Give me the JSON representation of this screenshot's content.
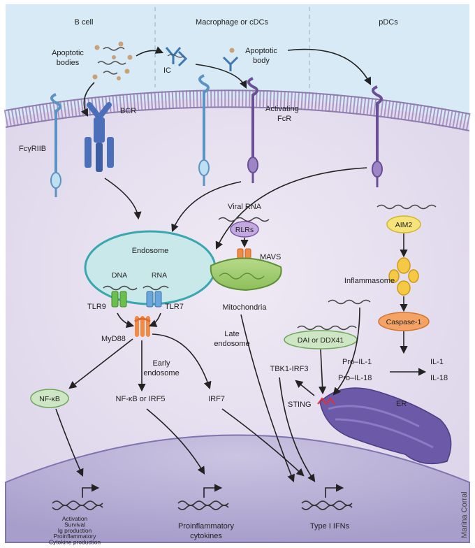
{
  "panels": {
    "b_cell": "B cell",
    "macrophage": "Macrophage or cDCs",
    "pdcs": "pDCs"
  },
  "stimuli": {
    "apoptotic_bodies": [
      "Apoptotic",
      "bodies"
    ],
    "ic": "IC",
    "apoptotic_body": [
      "Apoptotic",
      "body"
    ]
  },
  "receptors": {
    "fcgriib": "FcγRIIB",
    "bcr": "BCR",
    "activating_fcr": [
      "Activating",
      "FcR"
    ]
  },
  "endosome": {
    "title": "Endosome",
    "dna": "DNA",
    "rna": "RNA",
    "tlr9": "TLR9",
    "tlr7": "TLR7"
  },
  "signaling": {
    "myd88": "MyD88",
    "late_endosome": [
      "Late",
      "endosome"
    ],
    "early_endosome": [
      "Early",
      "endosome"
    ],
    "nfkb": "NF-κB",
    "nfkb_irf5": "NF-κB or IRF5",
    "irf7": "IRF7"
  },
  "cytosolic": {
    "viral_rna": "Viral RNA",
    "rlrs": "RLRs",
    "mavs": "MAVS",
    "mitochondria": "Mitochondria",
    "aim2": "AIM2",
    "inflammasome": "Inflammasome",
    "caspase1": "Caspase-1",
    "pro_il1": "Pro–IL-1",
    "pro_il18": "Pro–IL-18",
    "il1": "IL-1",
    "il18": "IL-18",
    "dai": "DAI or DDX41",
    "tbk1": "TBK1-IRF3",
    "sting": "STING",
    "er": "ER"
  },
  "outputs": {
    "activation": [
      "Activation",
      "Survival",
      "Ig production",
      "Proinflammatory",
      "Cytokine production"
    ],
    "proinflammatory": [
      "Proinflammatory",
      "cytokines"
    ],
    "type1": "Type I IFNs"
  },
  "credit": "Marina Corral",
  "colors": {
    "extracellular": "#dcecf6",
    "cytoplasm": "#e6e1ef",
    "nucleus": "#b8b1d4",
    "membrane": "#8f7cae",
    "receptor_blue": "#5b93c3",
    "receptor_purple": "#6b4f96",
    "endosome_fill": "#c9e8ea",
    "endosome_stroke": "#3aa6b0",
    "green_node": "#cfe6c4",
    "orange": "#f28a44",
    "yellow": "#f6e37a",
    "er": "#6c5aa8"
  }
}
